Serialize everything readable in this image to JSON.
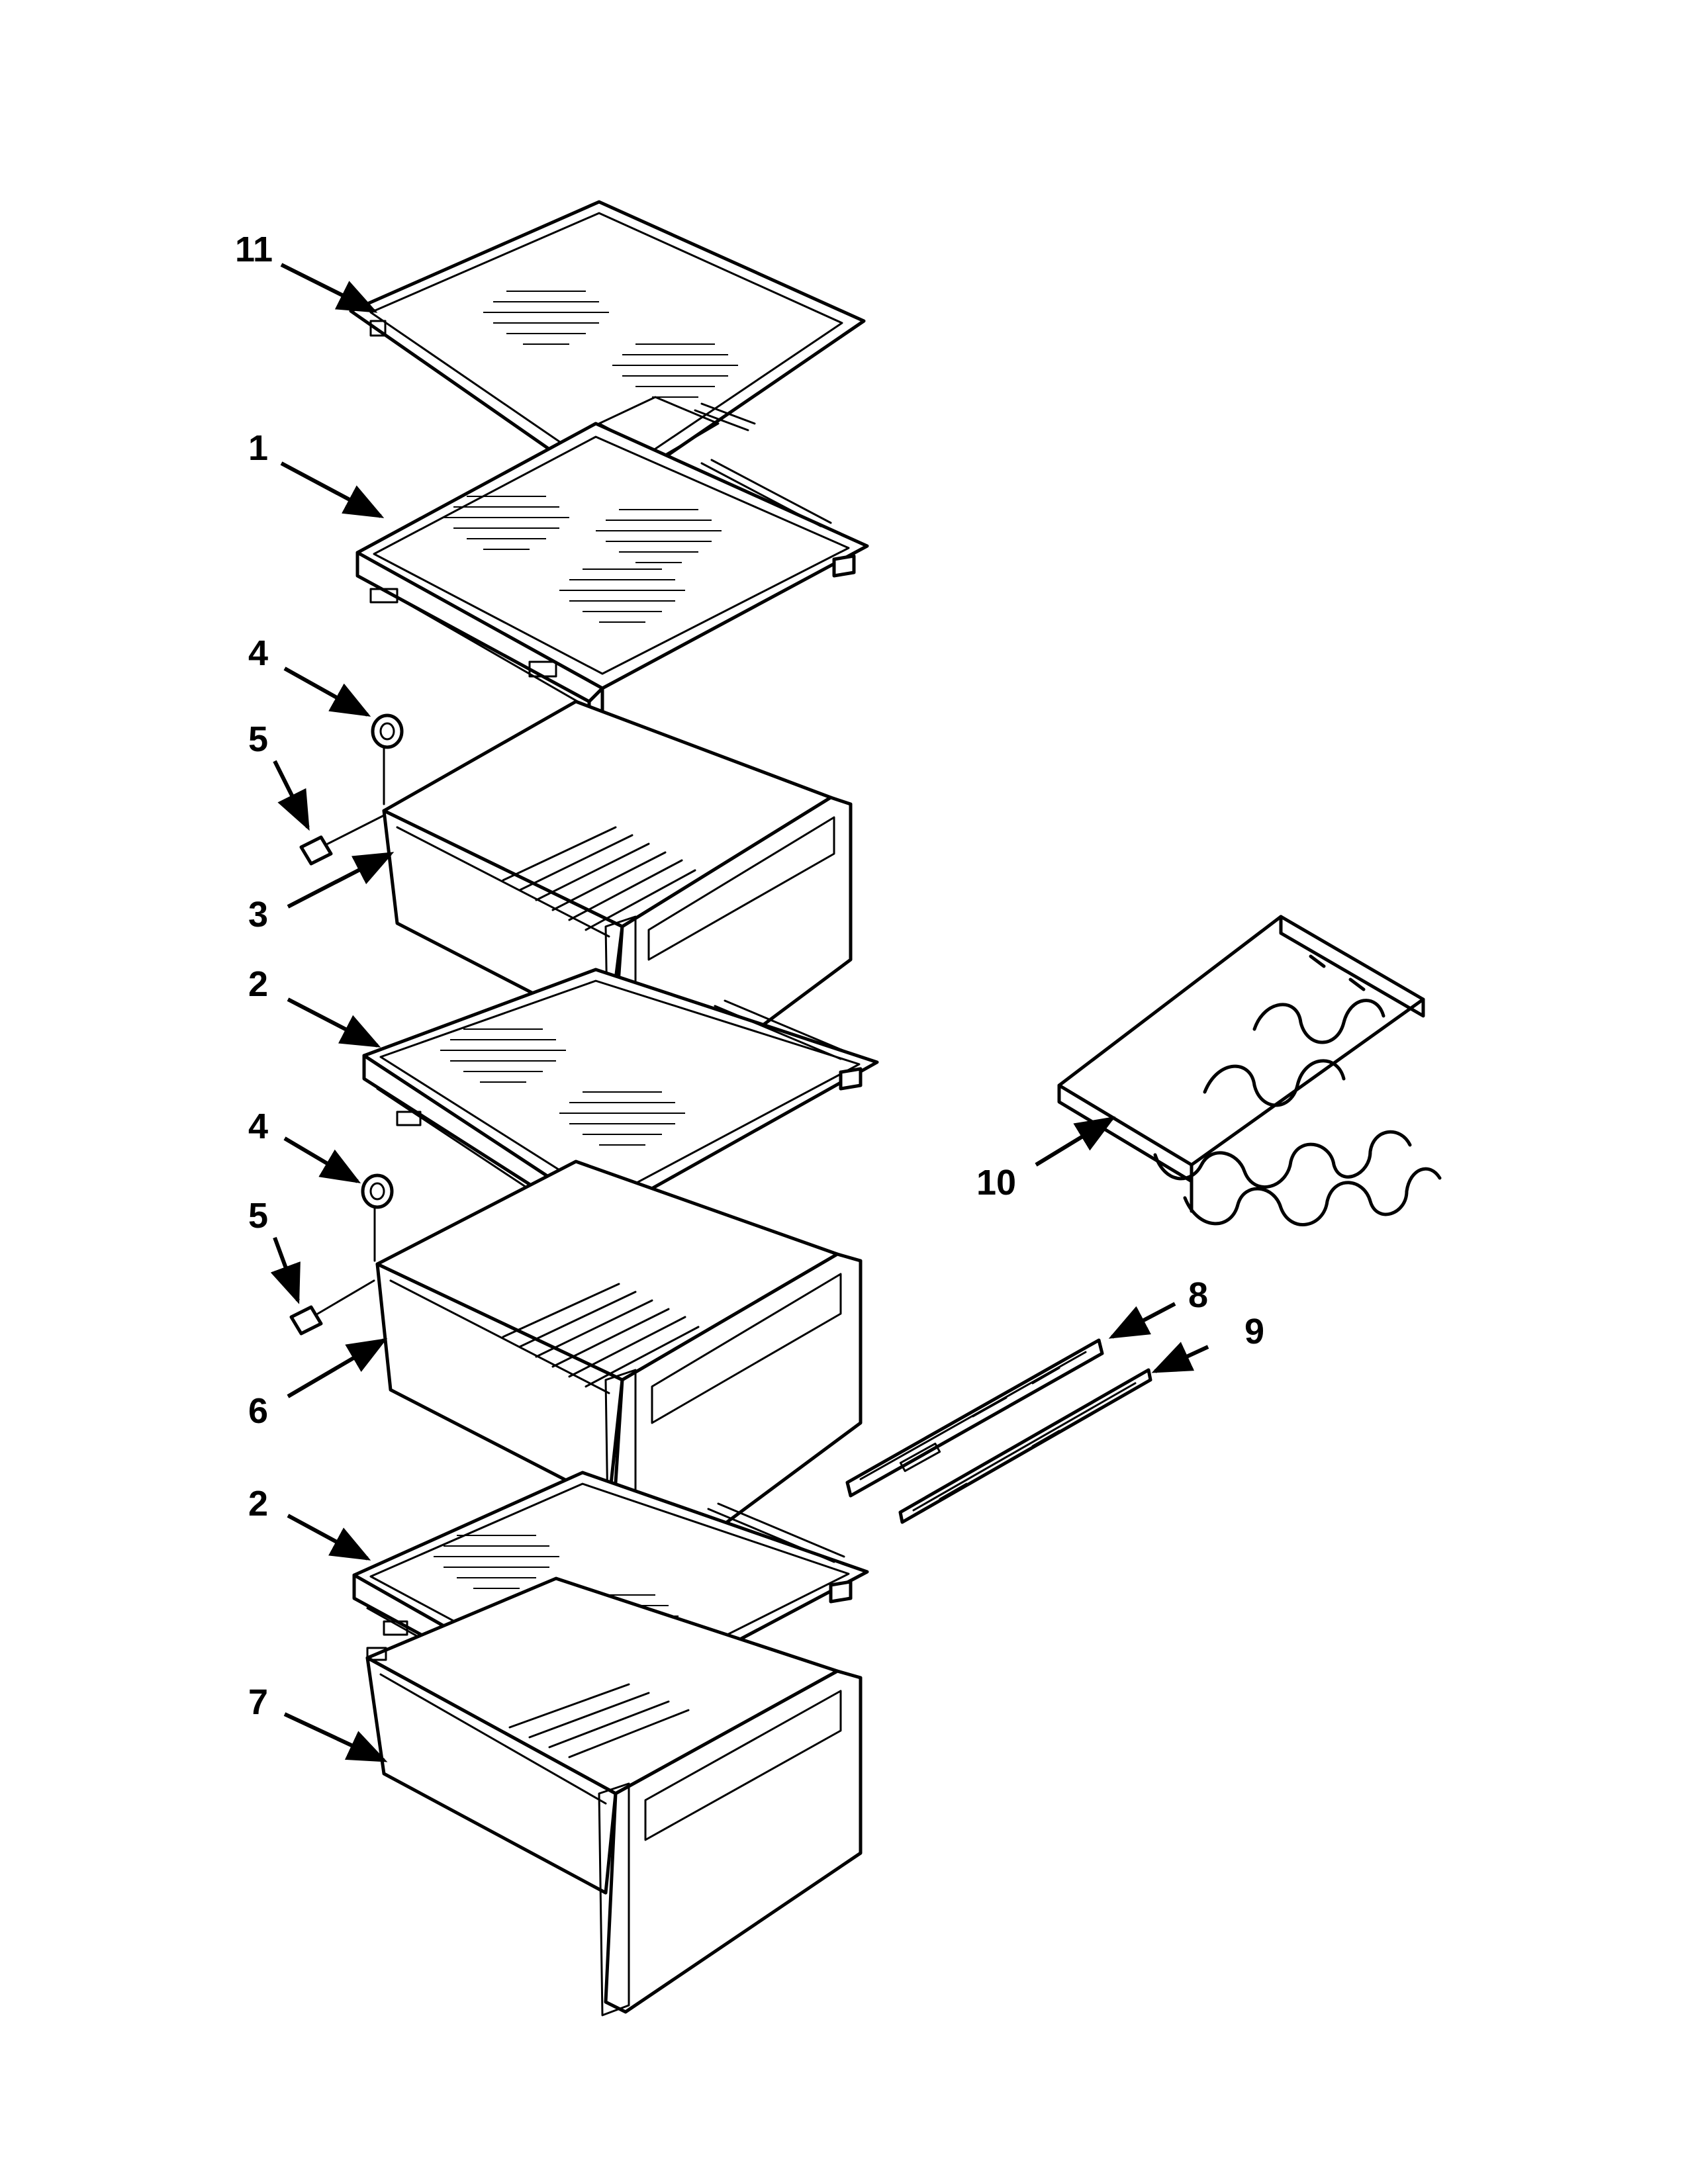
{
  "callouts": {
    "shelf_glass_11": "11",
    "shelf_frame_1": "1",
    "pin_upper_4": "4",
    "screw_upper_5": "5",
    "crisper_3": "3",
    "shelf_frame_2_upper": "2",
    "pin_lower_4": "4",
    "screw_lower_5": "5",
    "crisper_6": "6",
    "shelf_frame_2_lower": "2",
    "pan_7": "7",
    "rail_8": "8",
    "rail_9": "9",
    "wine_rack_10": "10"
  }
}
